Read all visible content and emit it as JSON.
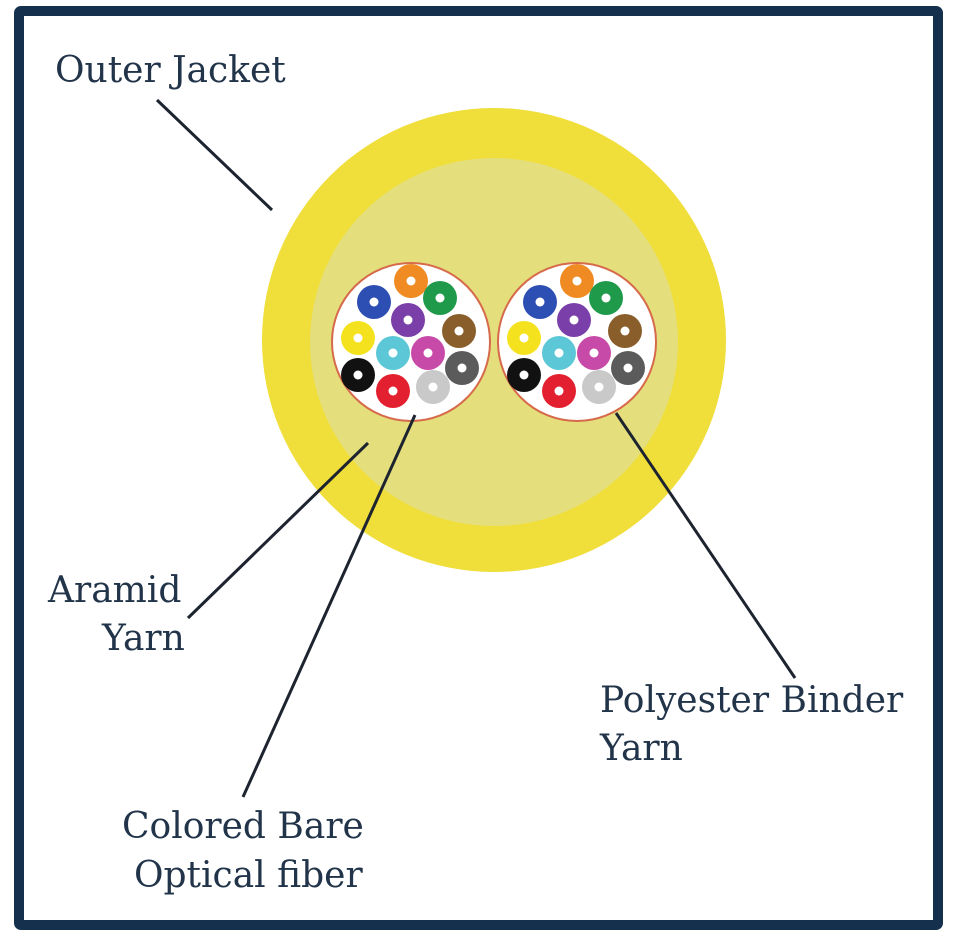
{
  "labels": {
    "outer_jacket": "Outer Jacket",
    "aramid_yarn_line1": "Aramid",
    "aramid_yarn_line2": "Yarn",
    "binder_yarn_line1": "Polyester Binder",
    "binder_yarn_line2": "Yarn",
    "fiber_line1": "Colored Bare",
    "fiber_line2": "Optical fiber"
  },
  "colors": {
    "frame": "#14304d",
    "outer_jacket": "#f0de3a",
    "aramid_yarn": "#e4df7c",
    "label_text": "#223449",
    "leader_line": "#1d2430",
    "binder_edge": "#d66a4a",
    "bundle_fill": "#ffffff"
  },
  "fiber_colors": {
    "orange": "#f08b23",
    "blue": "#2d4eb3",
    "green": "#1f9a4b",
    "violet": "#7a3fa8",
    "brown": "#8a5e2a",
    "yellow": "#f5e21f",
    "aqua": "#5cc7d6",
    "rose": "#c84aa8",
    "slate": "#5b5b5b",
    "black": "#111111",
    "red": "#e32030",
    "white": "#c9c9c9"
  }
}
